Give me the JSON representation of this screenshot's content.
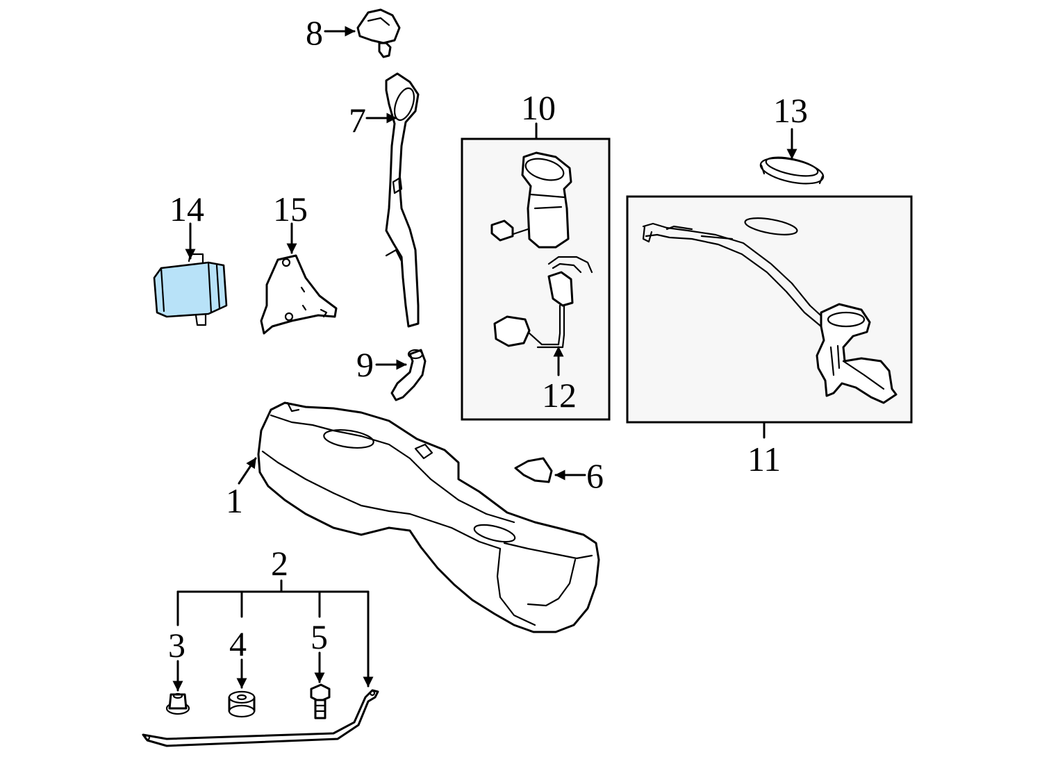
{
  "diagram": {
    "highlight_color": "#b8e2f8",
    "line_color": "#000000",
    "callouts": {
      "c1": "1",
      "c2": "2",
      "c3": "3",
      "c4": "4",
      "c5": "5",
      "c6": "6",
      "c7": "7",
      "c8": "8",
      "c9": "9",
      "c10": "10",
      "c11": "11",
      "c12": "12",
      "c13": "13",
      "c14": "14",
      "c15": "15"
    },
    "highlighted_part": "14"
  }
}
